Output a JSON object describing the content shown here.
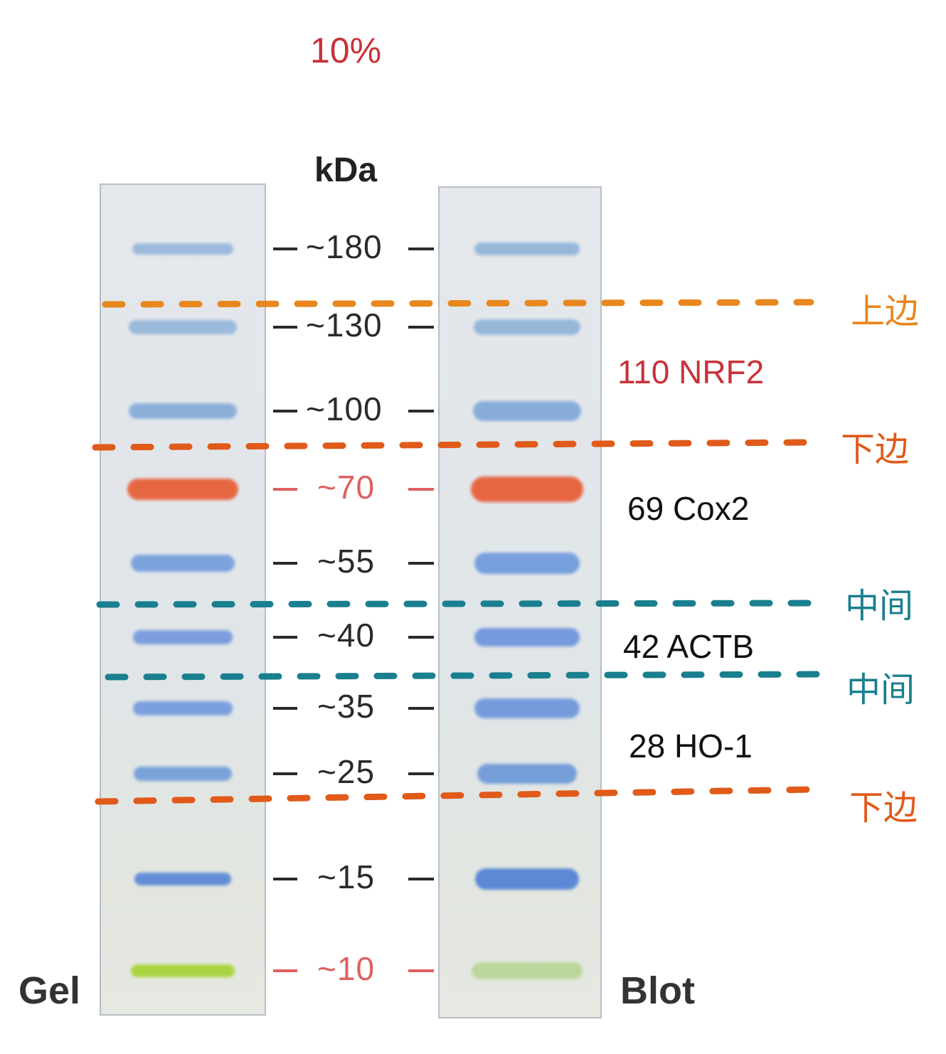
{
  "header": {
    "gel_percent": "10%",
    "unit": "kDa"
  },
  "lanes": {
    "gel_label": "Gel",
    "blot_label": "Blot"
  },
  "markers": [
    {
      "label": "~180",
      "kda": 180,
      "color": "#8fb2d8",
      "highlight": false
    },
    {
      "label": "~130",
      "kda": 130,
      "color": "#8fb2d8",
      "highlight": false
    },
    {
      "label": "~100",
      "kda": 100,
      "color": "#7ea6d8",
      "highlight": false
    },
    {
      "label": "~70",
      "kda": 70,
      "color": "#e8603a",
      "highlight": true
    },
    {
      "label": "~55",
      "kda": 55,
      "color": "#6c98dc",
      "highlight": false
    },
    {
      "label": "~40",
      "kda": 40,
      "color": "#6b92dc",
      "highlight": false
    },
    {
      "label": "~35",
      "kda": 35,
      "color": "#6b94dc",
      "highlight": false
    },
    {
      "label": "~25",
      "kda": 25,
      "color": "#6a97d8",
      "highlight": false
    },
    {
      "label": "~15",
      "kda": 15,
      "color": "#4d7fd6",
      "highlight": false
    },
    {
      "label": "~10",
      "kda": 10,
      "color": "#a8d43a",
      "highlight": true
    }
  ],
  "annotations": [
    {
      "text": "110 NRF2",
      "color": "#c8323a"
    },
    {
      "text": "69 Cox2",
      "color": "#111111"
    },
    {
      "text": "42 ACTB",
      "color": "#111111"
    },
    {
      "text": "28 HO-1",
      "color": "#111111"
    }
  ],
  "cut_lines": [
    {
      "label": "上边",
      "color": "#e8871e"
    },
    {
      "label": "下边",
      "color": "#e05a1a"
    },
    {
      "label": "中间",
      "color": "#1a7f8e"
    },
    {
      "label": "中间",
      "color": "#1a7f8e"
    },
    {
      "label": "下边",
      "color": "#e05a1a"
    }
  ]
}
